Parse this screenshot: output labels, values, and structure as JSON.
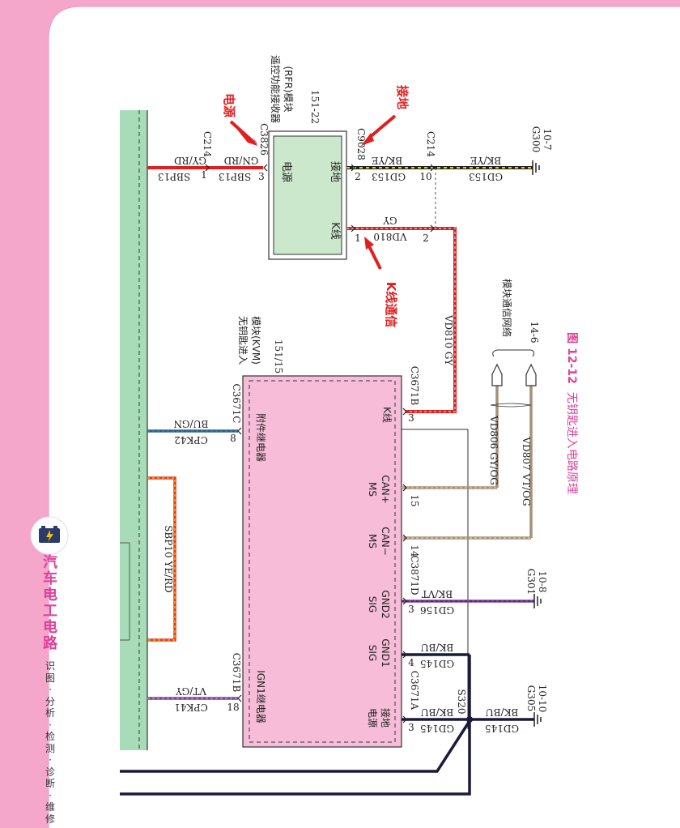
{
  "sidebar": {
    "title_chars": [
      "汽",
      "车",
      "电",
      "工",
      "电",
      "路"
    ],
    "subtitle_chars": [
      "识",
      "图",
      "·",
      "分",
      "析",
      "·",
      "检",
      "测",
      "·",
      "诊",
      "断",
      "·",
      "维",
      "修"
    ],
    "icon": "car-battery-icon",
    "accent_color": "#e0409a"
  },
  "figure": {
    "number": "图 12-12",
    "caption": "无钥匙进入电路原理"
  },
  "annotations": {
    "power": "电源",
    "ground": "接地",
    "k_line": "K线通信"
  },
  "rfr": {
    "name_line1": "遥控功能接收器",
    "name_line2": "(RFR)模块",
    "ref": "151-22",
    "pin_power": "电源",
    "pin_ground": "接地",
    "pin_k": "K线",
    "conn_power": "C3826",
    "conn_ground": "C9028",
    "num_3": "3",
    "num_2": "2",
    "num_1": "1"
  },
  "kvm": {
    "name_line1": "无钥匙进入",
    "name_line2": "模块(KVM)",
    "ref": "151/15",
    "relay_acc": "附件继电器",
    "relay_ign": "IGN1继电器",
    "k_line": "K线",
    "ms_can_plus_1": "MS",
    "ms_can_plus_2": "CAN+",
    "ms_can_minus_1": "MS",
    "ms_can_minus_2": "CAN−",
    "sig_gnd2_1": "SIG",
    "sig_gnd2_2": "GND2",
    "sig_gnd1_1": "SIG",
    "sig_gnd1_2": "GND1",
    "pwr_gnd_1": "电源",
    "pwr_gnd_2": "接地"
  },
  "wires": {
    "w1_color": "GY/RD",
    "w1_circuit": "SBP13",
    "c214": "C214",
    "pin1": "1",
    "w2_color": "GN/RD",
    "w2_circuit": "SBP13",
    "w3_color": "BK/YE",
    "w3_circuit": "GD153",
    "c214b": "C214",
    "pin10": "10",
    "w4_color": "BK/YE",
    "w4_circuit": "GD153",
    "g300": "G300",
    "g300_ref": "10-7",
    "k_color": "GY",
    "k_circuit": "VD810",
    "pin2": "2",
    "k_vert": "VD810  GY",
    "c3671c": "C3671C",
    "pin8": "8",
    "bu_gn": "BU/GN",
    "cpk42": "CPK42",
    "sbp10": "SBP10  YE/RD",
    "c3671b_top": "C3671B",
    "pin3_top": "3",
    "pin15": "15",
    "pin14": "14",
    "vd806": "VD806 GY/OG",
    "vd807": "VD807 VT/OG",
    "net": "模块通信网络",
    "net_ref": "14-6",
    "c3871d": "C3871D",
    "pin3_gnd2": "3",
    "bk_vt": "BK/VT",
    "gd156": "GD156",
    "g301": "G301",
    "g301_ref": "10-8",
    "pin4": "4",
    "bk_bu_1": "BK/BU",
    "gd145_1": "GD145",
    "c3671a": "C3671A",
    "pin3_pwr": "3",
    "bk_bu_2": "BK/BU",
    "gd145_2": "GD145",
    "s320": "S320",
    "bk_bu_3": "BK/BU",
    "gd145_3": "GD145",
    "g305": "G305",
    "g305_ref": "10-10",
    "c3671b_bot": "C3671B",
    "pin18": "18",
    "vt_gy": "VT/GY",
    "cpk41": "CPK41"
  },
  "colors": {
    "red": "#e02020",
    "green_panel": "#a8dcb8",
    "pink_box": "#f6bcd8",
    "rfr_box": "#cce8cc",
    "can_wire": "#a89078",
    "purple": "#7a3fa0",
    "navy": "#1a1a3a",
    "blue": "#2a5aa0"
  }
}
